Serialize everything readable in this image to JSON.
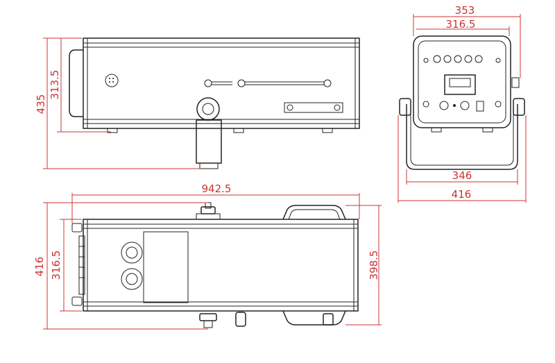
{
  "colors": {
    "dimension": "#cc3333",
    "outline": "#222222",
    "background": "#ffffff"
  },
  "side_view": {
    "height_overall": "435",
    "height_body": "313.5"
  },
  "front_view": {
    "width_top": "353",
    "width_inner": "316.5",
    "width_bracket": "346",
    "width_overall": "416"
  },
  "top_view": {
    "length_overall": "942.5",
    "width_overall": "416",
    "width_body": "316.5",
    "width_right": "398.5"
  }
}
